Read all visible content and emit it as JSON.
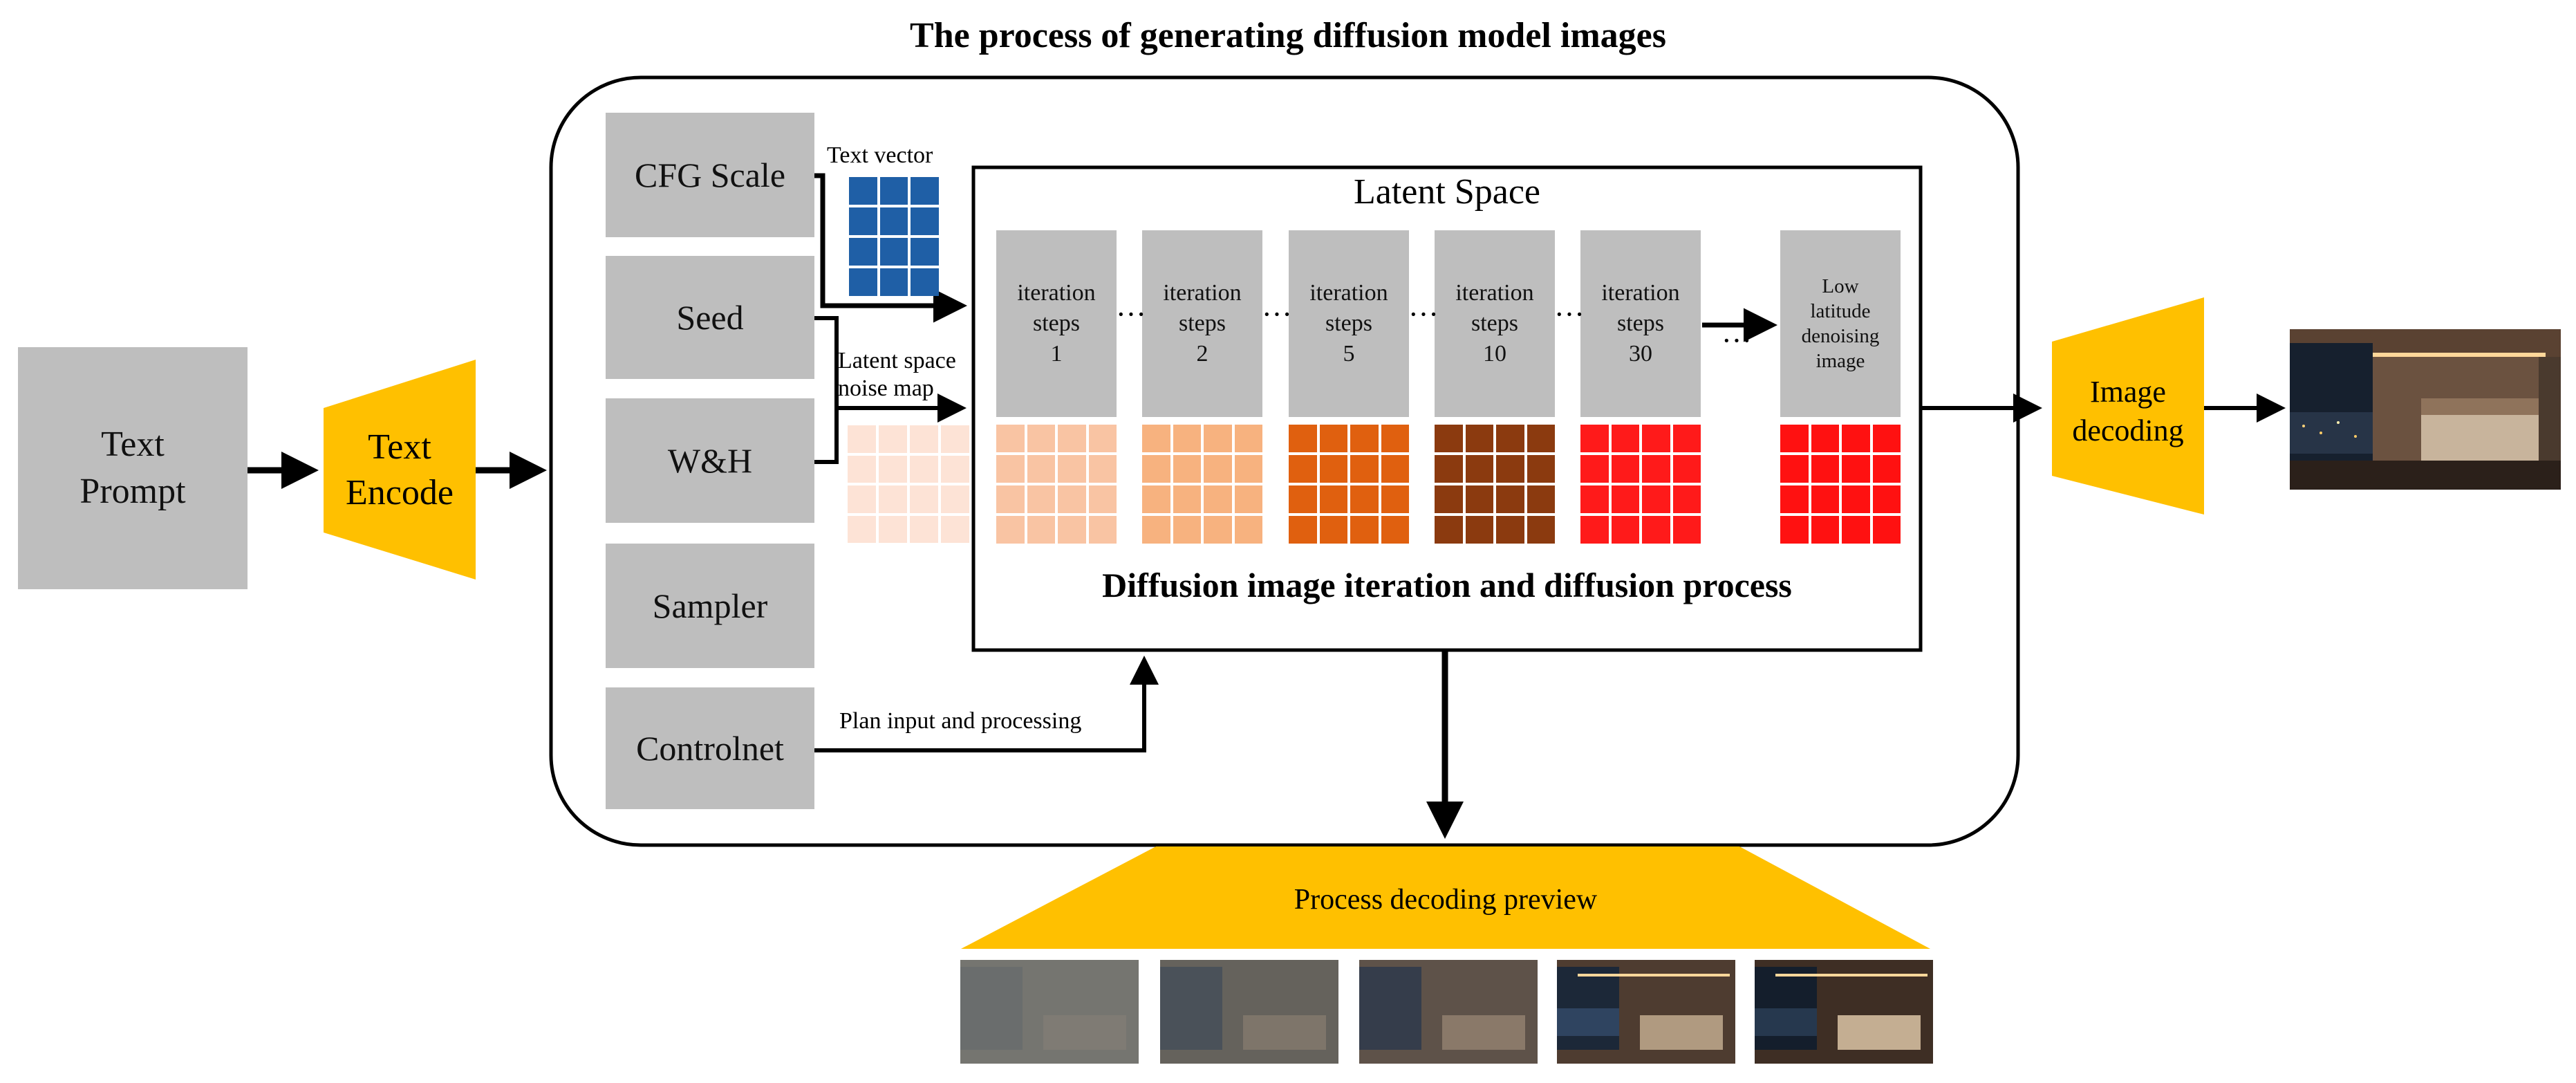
{
  "title": "The process of generating diffusion model images",
  "text_prompt": "Text\nPrompt",
  "text_encode": "Text\nEncode",
  "params": [
    "CFG Scale",
    "Seed",
    "W&H",
    "Sampler",
    "Controlnet"
  ],
  "text_vector_label": "Text vector",
  "noise_map_label": "Latent space\nnoise map",
  "latent_space_title": "Latent Space",
  "steps": [
    {
      "label": "iteration\nsteps\n1"
    },
    {
      "label": "iteration\nsteps\n2"
    },
    {
      "label": "iteration\nsteps\n5"
    },
    {
      "label": "iteration\nsteps\n10"
    },
    {
      "label": "iteration\nsteps\n30"
    }
  ],
  "final_step": "Low\nlatitude\ndenoising\nimage",
  "ellipsis": "···",
  "process_caption": "Diffusion image iteration and diffusion process",
  "plan_input_label": "Plan input and processing",
  "image_decoding": "Image\ndecoding",
  "preview_label": "Process decoding preview",
  "colors": {
    "gray": "#bebebe",
    "yellow": "#ffc000",
    "text_vector": "#1f5fa6",
    "noise": "#fde3d6",
    "step1": "#f9c4a3",
    "step2": "#f7b27f",
    "step5": "#e0600f",
    "step10": "#8b3a0f",
    "step30": "#ff1a1a",
    "final": "#ff1111"
  }
}
